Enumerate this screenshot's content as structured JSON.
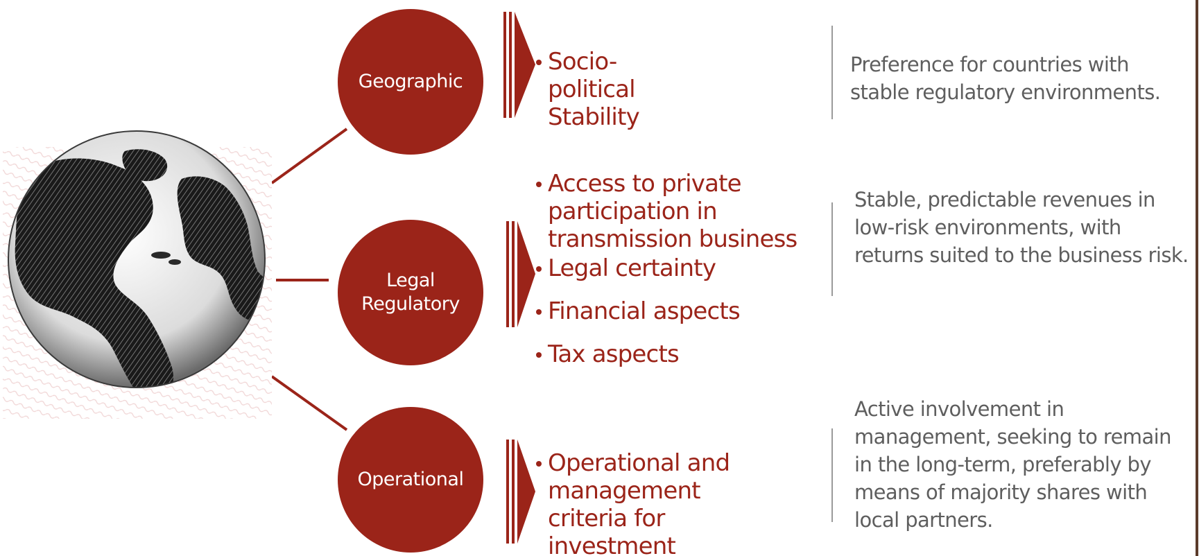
{
  "categories": [
    {
      "label_lines": [
        "Geographic"
      ],
      "criteria": [
        "Socio-political Stability"
      ],
      "description": "Preference for countries with stable regulatory environments."
    },
    {
      "label_lines": [
        "Legal",
        "Regulatory"
      ],
      "criteria": [
        "Access to private participation in transmission business",
        "Legal certainty",
        "Financial aspects",
        "Tax aspects"
      ],
      "description": "Stable, predictable revenues in low-risk environments, with returns suited to the business risk."
    },
    {
      "label_lines": [
        "Operational"
      ],
      "criteria": [
        "Operational and management criteria for investment"
      ],
      "description": "Active involvement in management, seeking to remain in the long-term, preferably by means of majority shares with local partners."
    }
  ],
  "image": {
    "subject": "globe-image"
  },
  "colors": {
    "accent": "#9b2419",
    "description_text": "#5e5e5e",
    "divider": "#9a9a9a"
  }
}
